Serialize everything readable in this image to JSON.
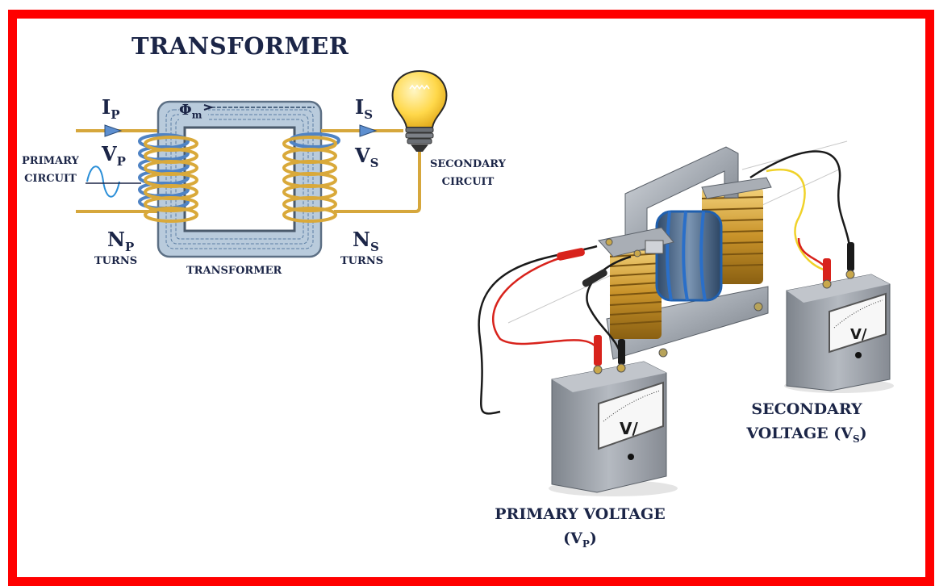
{
  "diagram": {
    "title": "TRANSFORMER",
    "schematic": {
      "primary_current": {
        "symbol": "I",
        "subscript": "P"
      },
      "primary_voltage": {
        "symbol": "V",
        "subscript": "P"
      },
      "primary_turns": {
        "symbol": "N",
        "subscript": "P",
        "caption": "TURNS"
      },
      "primary_circuit_label": [
        "PRIMARY",
        "CIRCUIT"
      ],
      "secondary_current": {
        "symbol": "I",
        "subscript": "S"
      },
      "secondary_voltage": {
        "symbol": "V",
        "subscript": "S"
      },
      "secondary_turns": {
        "symbol": "N",
        "subscript": "S",
        "caption": "TURNS"
      },
      "secondary_circuit_label": [
        "SECONDARY",
        "CIRCUIT"
      ],
      "flux_symbol": {
        "symbol": "Φ",
        "subscript": "m"
      },
      "core_caption": "TRANSFORMER",
      "load": "light-bulb",
      "source": "ac-sine-wave"
    },
    "apparatus": {
      "primary_meter": {
        "label_line1": "PRIMARY VOLTAGE",
        "label_line2_prefix": "(V",
        "label_sub": "P",
        "label_suffix": ")",
        "dial_text": "V/"
      },
      "secondary_meter": {
        "label_line1": "SECONDARY",
        "label_line2_prefix": "VOLTAGE (V",
        "label_sub": "S",
        "label_suffix": ")",
        "dial_text": "V/"
      }
    },
    "colors": {
      "frame": "#ff0000",
      "text": "#1b2547",
      "copper": "#d9a93a",
      "primary_coil": "#4f83c4",
      "core": "#b9cbdc",
      "bulb": "#ffd84a",
      "lead_red": "#d8231c",
      "lead_black": "#1a1a1a",
      "lead_yellow": "#f0d22a"
    }
  }
}
